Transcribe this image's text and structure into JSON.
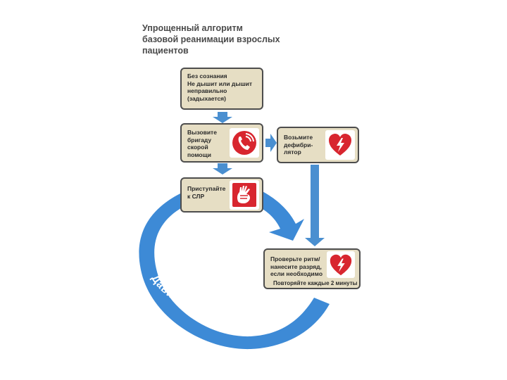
{
  "title_lines": [
    "Упрощенный алгоритм",
    "базовой реанимации взрослых",
    "пациентов"
  ],
  "boxes": {
    "unconscious": {
      "lines": [
        "Без сознания",
        "Не дышит или дышит",
        "неправильно",
        "(задыхается)"
      ]
    },
    "call": {
      "lines": [
        "Вызовите",
        "бригаду",
        "скорой",
        "помощи"
      ]
    },
    "defib": {
      "lines": [
        "Возьмите",
        "дефибри-",
        "лятор"
      ]
    },
    "cpr": {
      "lines": [
        "Приступайте",
        "к СЛР"
      ]
    },
    "check": {
      "lines": [
        "Проверьте ритм/",
        "нанесите разряд,",
        "если необходимо"
      ],
      "note": "Повторяйте каждые 2 минуты"
    }
  },
  "cycle_text": "Давите резко ● Давите часто",
  "colors": {
    "box_fill": "#e6dec4",
    "box_border": "#4d4d4d",
    "arrow_blue": "#4a8fd0",
    "cycle_blue": "#3d8ad6",
    "icon_red": "#d8262f"
  },
  "icons": {
    "call": "phone-icon",
    "defib": "defibrillator-heart-icon",
    "cpr": "cpr-hands-icon",
    "check": "defibrillator-heart-icon"
  }
}
